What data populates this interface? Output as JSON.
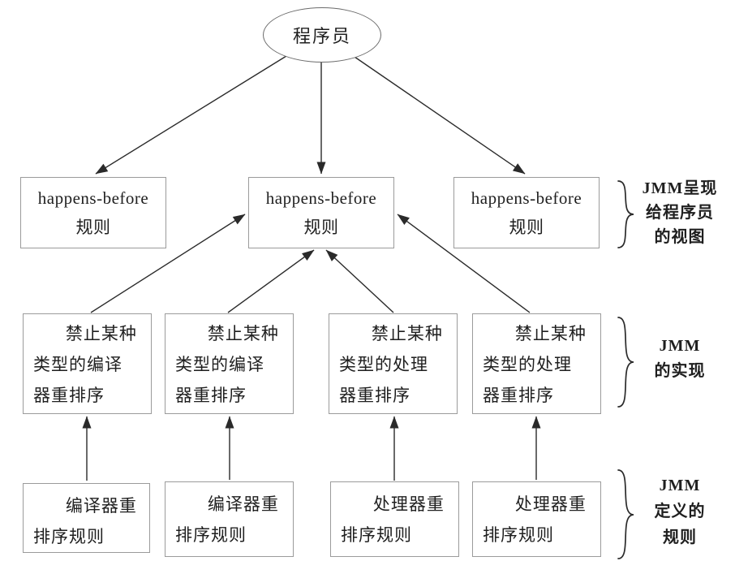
{
  "diagram": {
    "title_implicit": "JMM happens-before diagram",
    "root_label": "程序员",
    "view_row": [
      {
        "line1": "happens-before",
        "line2": "规则"
      },
      {
        "line1": "happens-before",
        "line2": "规则"
      },
      {
        "line1": "happens-before",
        "line2": "规则"
      }
    ],
    "impl_row": [
      {
        "line1": "禁止某种",
        "line2": "类型的编译",
        "line3": "器重排序"
      },
      {
        "line1": "禁止某种",
        "line2": "类型的编译",
        "line3": "器重排序"
      },
      {
        "line1": "禁止某种",
        "line2": "类型的处理",
        "line3": "器重排序"
      },
      {
        "line1": "禁止某种",
        "line2": "类型的处理",
        "line3": "器重排序"
      }
    ],
    "rules_row": [
      {
        "line1": "编译器重",
        "line2": "排序规则"
      },
      {
        "line1": "编译器重",
        "line2": "排序规则"
      },
      {
        "line1": "处理器重",
        "line2": "排序规则"
      },
      {
        "line1": "处理器重",
        "line2": "排序规则"
      }
    ],
    "annotations": [
      {
        "line1": "JMM呈现",
        "line2": "给程序员",
        "line3": "的视图"
      },
      {
        "line1": "JMM",
        "line2": "的实现"
      },
      {
        "line1": "JMM",
        "line2": "定义的",
        "line3": "规则"
      }
    ],
    "colors": {
      "background": "#ffffff",
      "box_border": "#9b9b9b",
      "ellipse_border": "#6b6b6b",
      "arrow": "#2a2a2a",
      "text": "#1f1f1f"
    }
  }
}
